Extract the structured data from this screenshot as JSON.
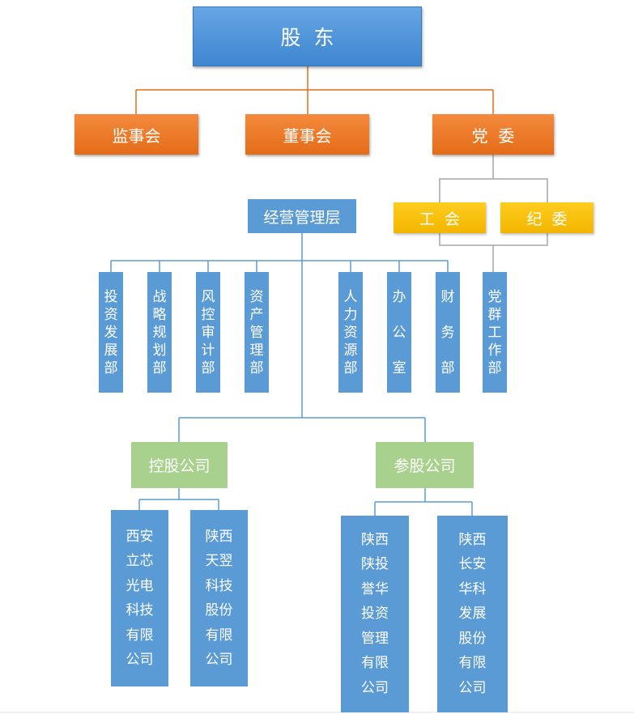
{
  "colors": {
    "line": "#5b9bd5",
    "line_orange": "#e46c18",
    "line_gray": "#a6a6a6",
    "blue": "#5b9bd5",
    "orange": "#e46c18",
    "yellow": "#ffc000",
    "green": "#a9d18e"
  },
  "shareholders": "股  东",
  "board_level": {
    "supervisors": "监事会",
    "directors": "董事会",
    "party": "党  委"
  },
  "party_subs": {
    "union": "工  会",
    "discipline": "纪  委"
  },
  "management": "经营管理层",
  "departments": {
    "investment": "投资发展部",
    "strategy": "战略规划部",
    "risk": "风控审计部",
    "assets": "资产管理部",
    "hr": "人力资源部",
    "office": "办公室",
    "finance": "财务部",
    "party_work": "党群工作部"
  },
  "holding_label": "控股公司",
  "participating_label": "参股公司",
  "companies": {
    "xian": "西安立芯光电科技有限公司",
    "tianyi": "陕西天翌科技股份有限公司",
    "yuhua": "陕西陕投誉华投资管理有限公司",
    "changan": "陕西长安华科发展股份有限公司"
  }
}
